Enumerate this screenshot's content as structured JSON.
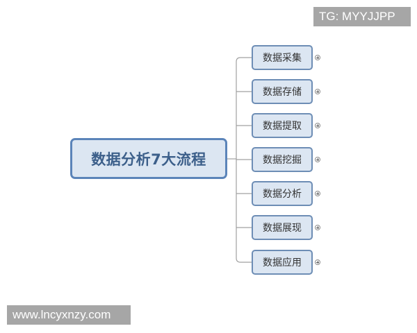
{
  "watermarks": {
    "top_right": "TG: MYYJJPP",
    "bottom_left": "www.lncyxnzy.com"
  },
  "mindmap": {
    "root": {
      "label": "数据分析7大流程",
      "fill": "#dce6f2",
      "border": "#5b84b9",
      "text_color": "#3c5f8a"
    },
    "children": [
      {
        "label": "数据采集",
        "expand_icon": "plus-circle-icon"
      },
      {
        "label": "数据存储",
        "expand_icon": "plus-circle-icon"
      },
      {
        "label": "数据提取",
        "expand_icon": "plus-circle-icon"
      },
      {
        "label": "数据挖掘",
        "expand_icon": "plus-circle-icon"
      },
      {
        "label": "数据分析",
        "expand_icon": "plus-circle-icon"
      },
      {
        "label": "数据展现",
        "expand_icon": "plus-circle-icon"
      },
      {
        "label": "数据应用",
        "expand_icon": "plus-circle-icon"
      }
    ],
    "connector_color": "#a0a0a0",
    "child_fill": "#dce6f2",
    "child_border": "#6d8db5"
  }
}
